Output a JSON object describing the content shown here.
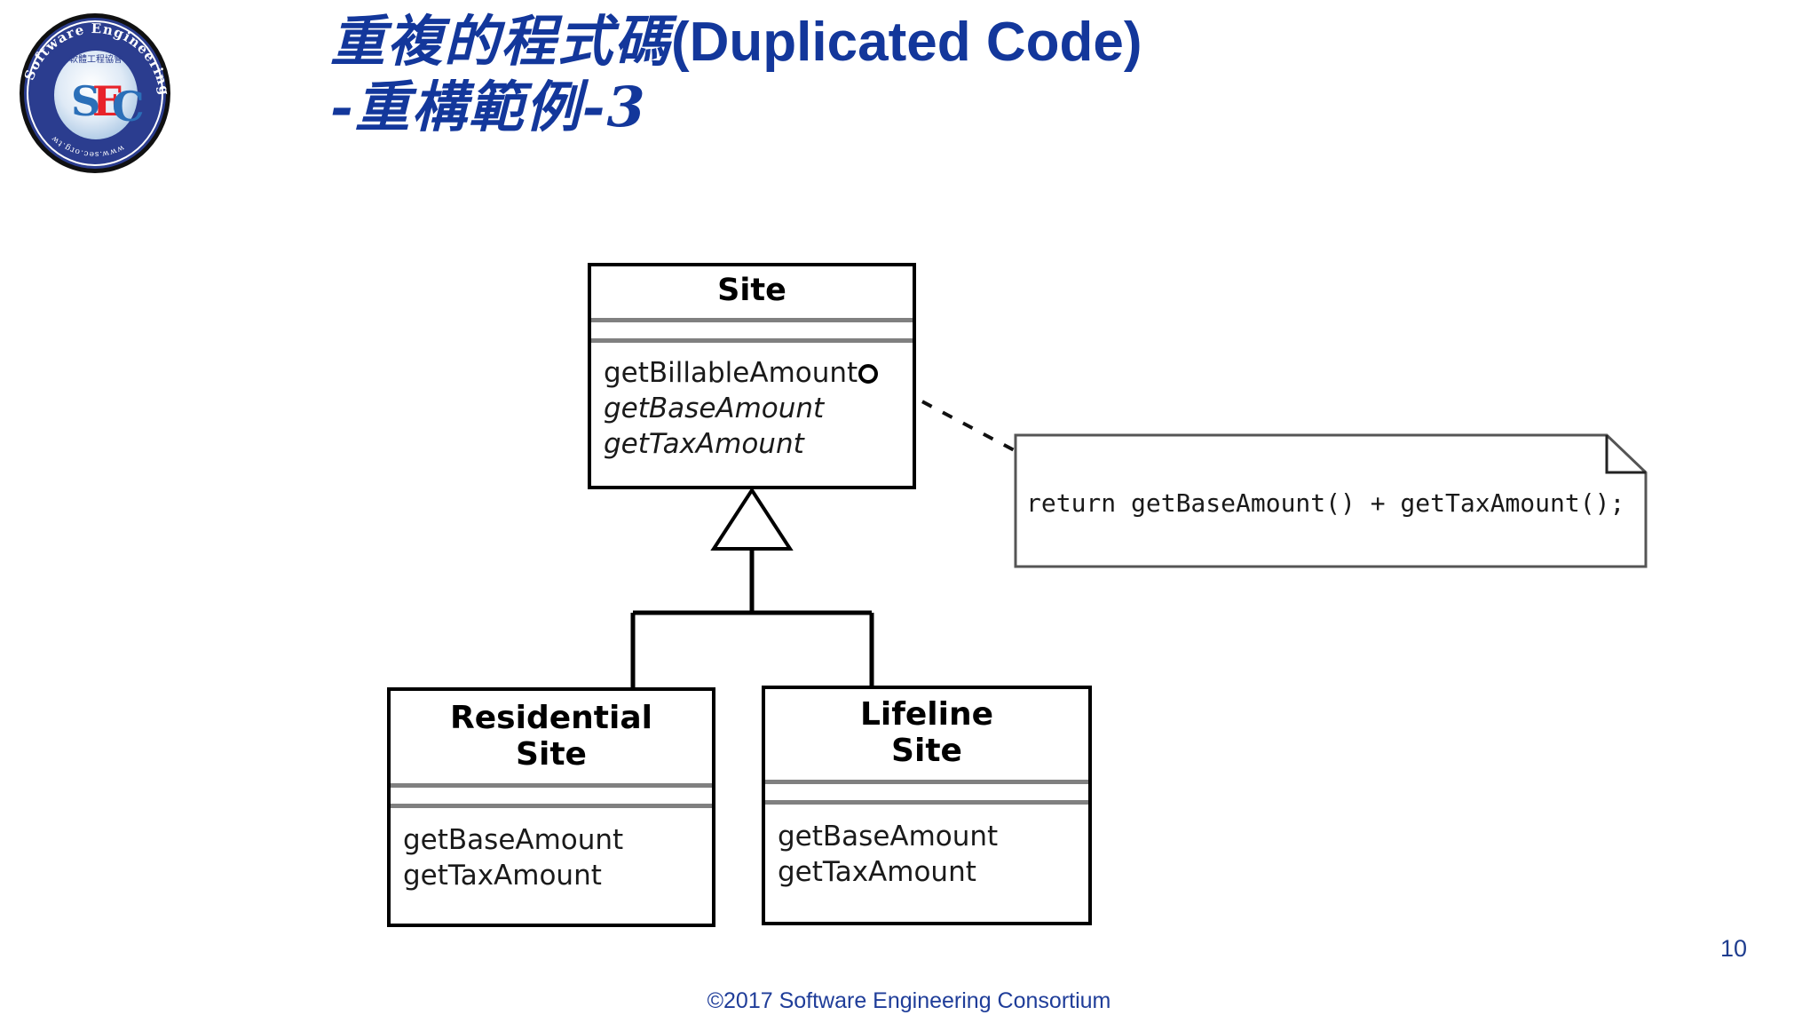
{
  "slide": {
    "title_line_1_cjk": "重複的程式碼",
    "title_line_1_latin": "(Duplicated Code)",
    "title_line_2": "-重構範例-3",
    "page_number": "10",
    "footer": "©2017 Software Engineering Consortium",
    "title_color": "#13379b",
    "footer_color": "#1f3d99"
  },
  "logo": {
    "ring_text": "Software Engineering Consortium",
    "center_text": "SEC",
    "url_text": "www.sec.org.tw",
    "ring_color": "#2b3d8f",
    "accent_color": "#e8232a"
  },
  "diagram": {
    "type": "uml-class-diagram",
    "classes": [
      {
        "id": "site",
        "name": "Site",
        "name_lines": [
          "Site"
        ],
        "attributes": [],
        "operations": [
          {
            "label": "getBillableAmount",
            "italic": false,
            "has_anchor": true
          },
          {
            "label": "getBaseAmount",
            "italic": true,
            "has_anchor": false
          },
          {
            "label": "getTaxAmount",
            "italic": true,
            "has_anchor": false
          }
        ]
      },
      {
        "id": "residential",
        "name": "Residential Site",
        "name_lines": [
          "Residential",
          "Site"
        ],
        "attributes": [],
        "operations": [
          {
            "label": "getBaseAmount",
            "italic": false,
            "has_anchor": false
          },
          {
            "label": "getTaxAmount",
            "italic": false,
            "has_anchor": false
          }
        ]
      },
      {
        "id": "lifeline",
        "name": "Lifeline Site",
        "name_lines": [
          "Lifeline",
          "Site"
        ],
        "attributes": [],
        "operations": [
          {
            "label": "getBaseAmount",
            "italic": false,
            "has_anchor": false
          },
          {
            "label": "getTaxAmount",
            "italic": false,
            "has_anchor": false
          }
        ]
      }
    ],
    "note": {
      "text": "return getBaseAmount() + getTaxAmount();",
      "attached_to": "Site.getBillableAmount"
    },
    "relationships": [
      {
        "kind": "generalization",
        "from": "residential",
        "to": "site"
      },
      {
        "kind": "generalization",
        "from": "lifeline",
        "to": "site"
      },
      {
        "kind": "note-anchor",
        "from": "note",
        "to": "site.getBillableAmount"
      }
    ]
  }
}
